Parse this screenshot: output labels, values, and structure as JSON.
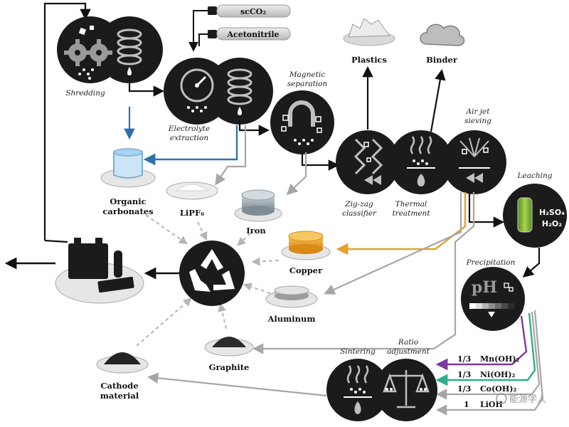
{
  "steps": {
    "shredding": "Shredding",
    "electrolyte_line1": "Electrolyte",
    "electrolyte_line2": "extraction",
    "magnetic_line1": "Magnetic",
    "magnetic_line2": "separation",
    "zigzag_line1": "Zig-zag",
    "zigzag_line2": "classifier",
    "thermal_line1": "Thermal",
    "thermal_line2": "treatment",
    "airjet_line1": "Air jet",
    "airjet_line2": "sieving",
    "leaching": "Leaching",
    "precipitation": "Precipitation",
    "sintering": "Sintering",
    "ratio_line1": "Ratio",
    "ratio_line2": "adjustment"
  },
  "solvents": {
    "scco2": "scCO₂",
    "acetonitrile": "Acetonitrile"
  },
  "products": {
    "plastics": "Plastics",
    "binder": "Binder",
    "organic_line1": "Organic",
    "organic_line2": "carbonates",
    "lipf6": "LiPF₆",
    "iron": "Iron",
    "copper": "Copper",
    "aluminum": "Aluminum",
    "graphite": "Graphite",
    "cathode_line1": "Cathode",
    "cathode_line2": "material"
  },
  "leaching_chem": {
    "h2so4": "H₂SO₄",
    "h2o2": "H₂O₂"
  },
  "precipitation_label": "pH",
  "ratios": [
    {
      "fraction": "1/3",
      "compound": "Mn(OH)₂",
      "color": "#7b3a9c"
    },
    {
      "fraction": "1/3",
      "compound": "Ni(OH)₂",
      "color": "#2fae8e"
    },
    {
      "fraction": "1/3",
      "compound": "Co(OH)₂",
      "color": "#9a9a9a"
    },
    {
      "fraction": "1",
      "compound": "LiOH",
      "color": "#9a9a9a"
    }
  ],
  "watermark": "能源学人",
  "colors": {
    "blue_arrow": "#2e72ad",
    "copper_arrow": "#e6a12a",
    "grey_arrow": "#a6a6a6",
    "purple_arrow": "#7b3a9c",
    "teal_arrow": "#2fae8e",
    "circle_fill": "#1b1b1b"
  }
}
